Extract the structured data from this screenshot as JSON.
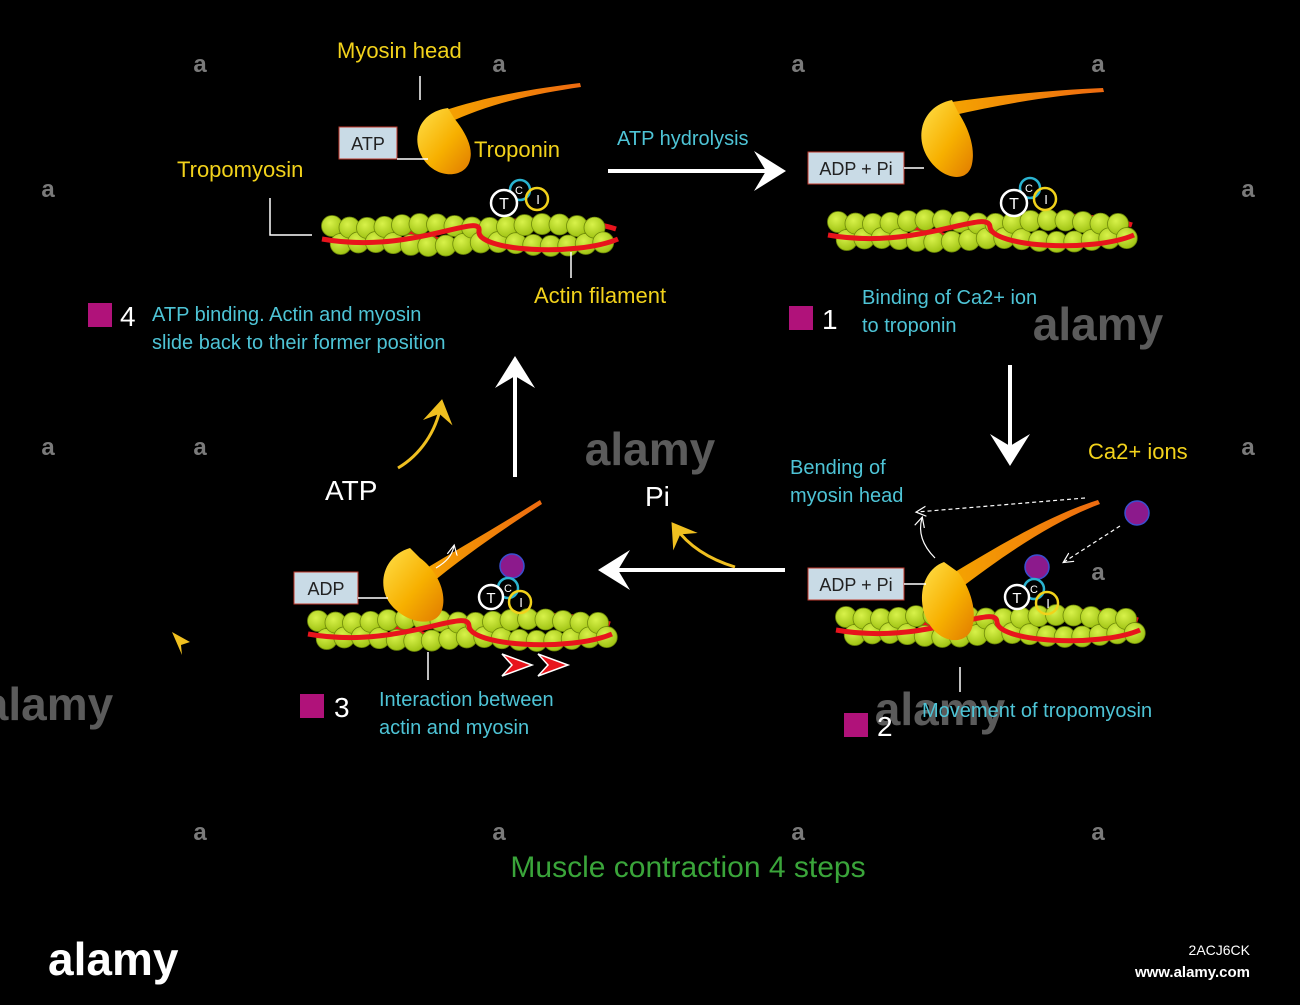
{
  "title": "Muscle contraction 4 steps",
  "labels": {
    "myosin_head": "Myosin head",
    "troponin": "Troponin",
    "tropomyosin": "Tropomyosin",
    "actin_filament": "Actin filament",
    "atp_hydrolysis": "ATP hydrolysis",
    "ca_ions": "Ca2+ ions",
    "bending_line1": "Bending of",
    "bending_line2": "myosin head",
    "atp": "ATP",
    "pi": "Pi",
    "troponin_t": "T",
    "troponin_c": "C",
    "troponin_i": "I"
  },
  "boxes": {
    "step4": "ATP",
    "step1": "ADP + Pi",
    "step2": "ADP + Pi",
    "step3": "ADP"
  },
  "steps": [
    {
      "number": "4",
      "line1": "ATP binding. Actin and myosin",
      "line2": "slide back to their former position"
    },
    {
      "number": "1",
      "line1": "Binding of Ca2+ ion",
      "line2": "to troponin"
    },
    {
      "number": "2",
      "line1": "Movement of tropomyosin",
      "line2": ""
    },
    {
      "number": "3",
      "line1": "Interaction between",
      "line2": "actin and myosin"
    }
  ],
  "watermark": {
    "brand": "alamy",
    "letter": "a",
    "image_id": "2ACJ6CK",
    "url": "www.alamy.com"
  },
  "colors": {
    "background": "#000000",
    "label_yellow": "#f2d21b",
    "label_cyan": "#4ec4d6",
    "title_green": "#3aa53a",
    "actin_green": "#b5d916",
    "tropomyosin_red": "#e8141c",
    "calcium_purple": "#8c1a8c",
    "step_marker": "#b0127a"
  }
}
